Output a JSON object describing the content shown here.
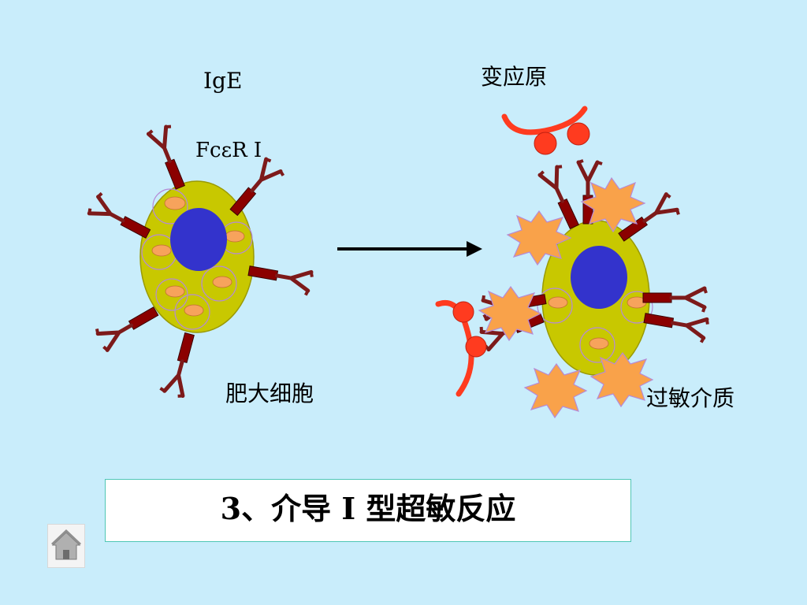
{
  "labels": {
    "ige": "IgE",
    "fcer": "FcεR I",
    "allergen": "变应原",
    "mast_cell": "肥大细胞",
    "mediator": "过敏介质"
  },
  "caption": "3、介导 I 型超敏反应",
  "icons": {
    "home": "home-icon"
  },
  "colors": {
    "background": "#c9edfb",
    "cell": "#c8c800",
    "nucleus": "#3333cc",
    "granule": "#f7a35c",
    "receptor": "#8b0000",
    "allergen": "#ff3b1f",
    "mediator": "#f9a24a"
  }
}
